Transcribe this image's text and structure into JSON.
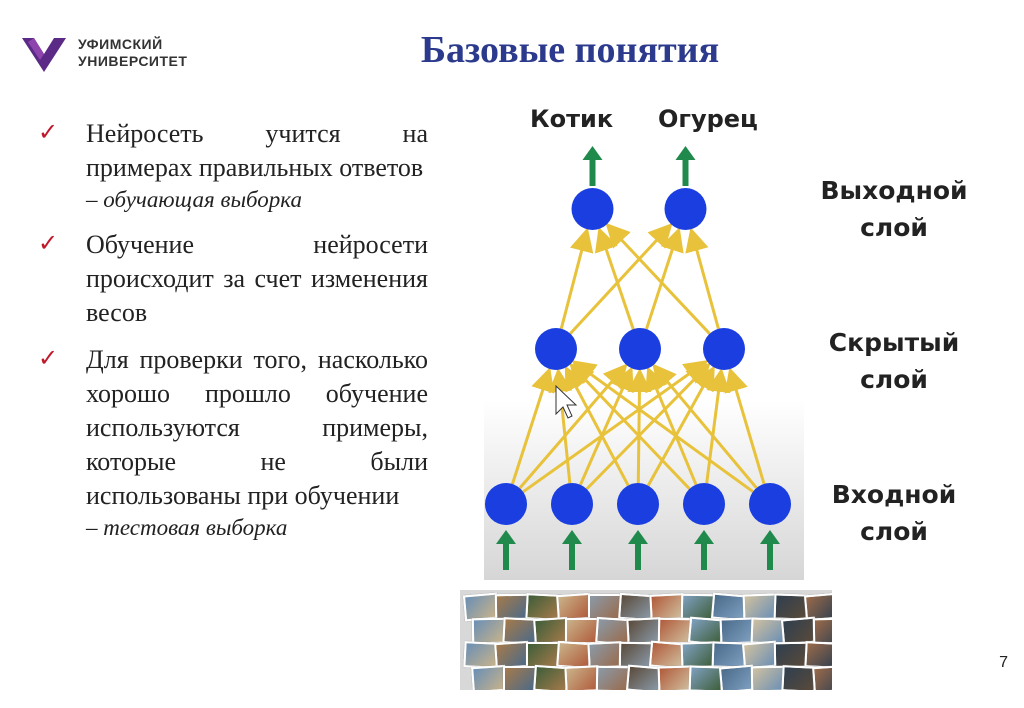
{
  "header": {
    "logo_line1": "УФИМСКИЙ",
    "logo_line2": "УНИВЕРСИТЕТ",
    "title": "Базовые понятия",
    "brand_color": "#5b2a86",
    "title_color": "#2b3a8c"
  },
  "bullets": [
    {
      "text": "Нейросеть учится на примерах правильных ответов",
      "sub": "– обучающая выборка"
    },
    {
      "text": "Обучение нейросети происходит за счет изменения весов",
      "sub": ""
    },
    {
      "text": "Для проверки того, насколько хорошо прошло обучение используются примеры, которые не были использованы при обучении",
      "sub": "– тестовая выборка"
    }
  ],
  "diagram": {
    "output_labels": [
      "Котик",
      "Огурец"
    ],
    "layer_labels": {
      "output": [
        "Выходной",
        "слой"
      ],
      "hidden": [
        "Скрытый",
        "слой"
      ],
      "input": [
        "Входной",
        "слой"
      ]
    },
    "layers": {
      "input": 5,
      "hidden": 3,
      "output": 2
    },
    "colors": {
      "node": "#1a3ee0",
      "edge": "#e8c23a",
      "arrow": "#1f8a4c"
    }
  },
  "page_number": "7"
}
